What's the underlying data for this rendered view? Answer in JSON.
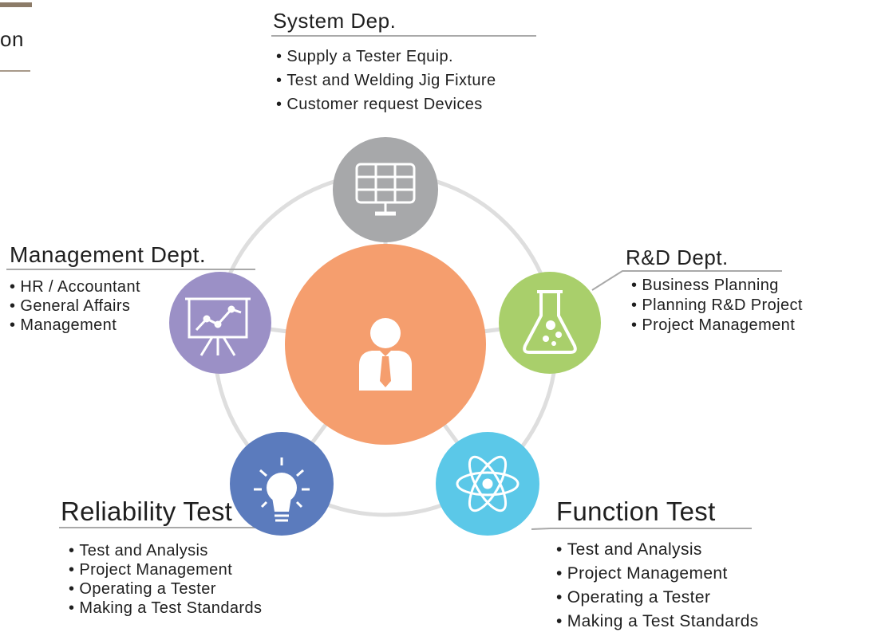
{
  "header": {
    "fragment": "on"
  },
  "diagram": {
    "system": {
      "title": "System Dep.",
      "items": [
        "Supply a Tester Equip.",
        "Test and Welding Jig Fixture",
        "Customer request Devices"
      ],
      "color": "#a7a8aa",
      "icon": "solar-panel-icon"
    },
    "rnd": {
      "title": "R&D Dept.",
      "items": [
        "Business Planning",
        "Planning R&D Project",
        "Project Management"
      ],
      "color": "#a9cf6b",
      "icon": "flask-icon"
    },
    "function": {
      "title": "Function Test",
      "items": [
        "Test and Analysis",
        "Project Management",
        "Operating a Tester",
        "Making a Test Standards"
      ],
      "color": "#5bc8e8",
      "icon": "atom-icon"
    },
    "reliability": {
      "title": "Reliability Test",
      "items": [
        "Test and Analysis",
        "Project Management",
        "Operating a Tester",
        "Making a Test Standards"
      ],
      "color": "#5b7bbd",
      "icon": "lightbulb-icon"
    },
    "management": {
      "title": "Management Dept.",
      "items": [
        "HR / Accountant",
        "General Affairs",
        "Management"
      ],
      "color": "#9b90c6",
      "icon": "presentation-board-icon"
    },
    "center": {
      "color": "#f59e6e",
      "icon": "person-icon"
    },
    "ring_color": "#dddddd",
    "line_color": "#a9a9a9"
  }
}
